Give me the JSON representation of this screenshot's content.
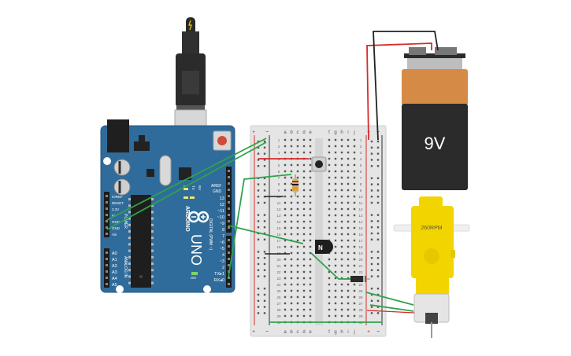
{
  "arduino": {
    "brand": "ARDUINO",
    "model": "UNO",
    "aref": "AREF",
    "gnd": "GND",
    "digital": "DIGITAL (PWM ~)",
    "tx": "TX",
    "rx": "RX",
    "l": "L",
    "on": "ON",
    "analog": "ANALOG IN",
    "power": "POWER",
    "power_pins": [
      "IOREF",
      "RESET",
      "3.3V",
      "5V",
      "GND",
      "GND",
      "Vin"
    ],
    "analog_pins": [
      "A0",
      "A1",
      "A2",
      "A3",
      "A4",
      "A5"
    ],
    "digital_pins": [
      "13",
      "12",
      "~11",
      "~10",
      "~9",
      "8",
      "7",
      "~6",
      "~5",
      "4",
      "~3",
      "2",
      "TX▸1",
      "RX◂0"
    ]
  },
  "breadboard": {
    "cols_left": [
      "a",
      "b",
      "c",
      "d",
      "e"
    ],
    "cols_right": [
      "f",
      "g",
      "h",
      "i",
      "j"
    ],
    "plus": "+",
    "minus": "−",
    "rows": [
      "1",
      "2",
      "3",
      "4",
      "5",
      "6",
      "7",
      "8",
      "9",
      "10",
      "11",
      "12",
      "13",
      "14",
      "15",
      "16",
      "17",
      "18",
      "19",
      "20",
      "21",
      "22",
      "23",
      "24",
      "25",
      "26",
      "27",
      "28",
      "29",
      "30"
    ]
  },
  "transistor": {
    "label": "N"
  },
  "battery": {
    "label": "9V"
  },
  "motor": {
    "label": "260RPM"
  },
  "colors": {
    "board_blue": "#2f6c9b",
    "wire_green": "#2ea34a",
    "wire_red": "#d62b2b",
    "wire_black": "#222222",
    "battery_copper": "#d58b45",
    "battery_body": "#2b2b2b",
    "motor_yellow": "#f2d500",
    "breadboard": "#e5e5e5"
  }
}
